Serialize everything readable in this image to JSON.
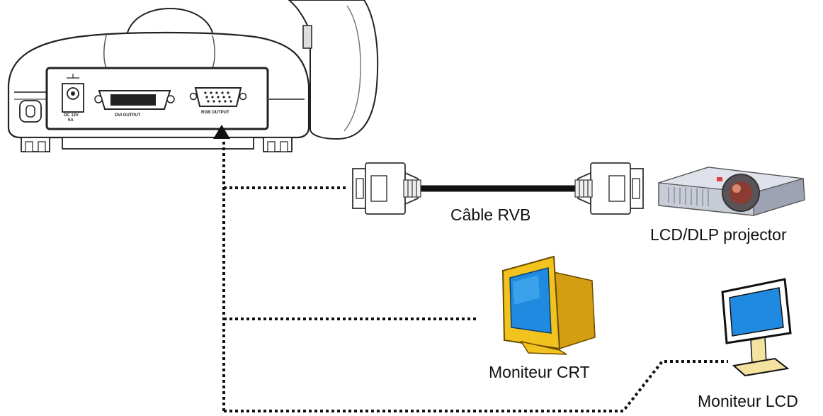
{
  "device": {
    "ports": {
      "dc_in": "DC 12V",
      "dc_in_sub": "5A",
      "dvi": "DVI OUTPUT",
      "rgb": "RGB OUTPUT"
    }
  },
  "labels": {
    "cable": "Câble RVB",
    "projector": "LCD/DLP projector",
    "crt": "Moniteur CRT",
    "lcd": "Moniteur LCD"
  },
  "colors": {
    "line": "#111111",
    "outline": "#222222",
    "screen": "#1f8ae0",
    "crt_case": "#f2c21e",
    "lcd_stand": "#f3e2a0",
    "projector_body": "#c8ccd6"
  },
  "icons": [
    "document-camera-icon",
    "vga-cable-icon",
    "projector-icon",
    "crt-monitor-icon",
    "lcd-monitor-icon"
  ]
}
